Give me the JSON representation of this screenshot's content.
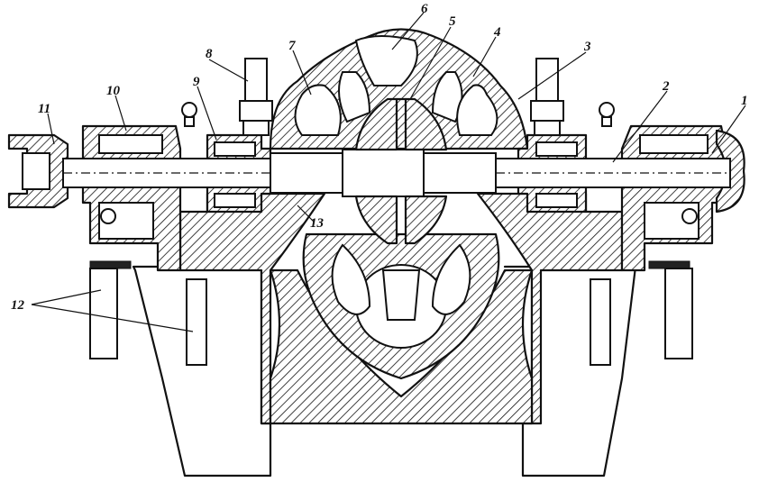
{
  "figure": {
    "callouts": [
      {
        "id": "c1",
        "text": "1"
      },
      {
        "id": "c2",
        "text": "2"
      },
      {
        "id": "c3",
        "text": "3"
      },
      {
        "id": "c4",
        "text": "4"
      },
      {
        "id": "c5",
        "text": "5"
      },
      {
        "id": "c6",
        "text": "6"
      },
      {
        "id": "c7",
        "text": "7"
      },
      {
        "id": "c8",
        "text": "8"
      },
      {
        "id": "c9",
        "text": "9"
      },
      {
        "id": "c10",
        "text": "10"
      },
      {
        "id": "c11",
        "text": "11"
      },
      {
        "id": "c12",
        "text": "12"
      },
      {
        "id": "c13",
        "text": "13"
      }
    ]
  }
}
